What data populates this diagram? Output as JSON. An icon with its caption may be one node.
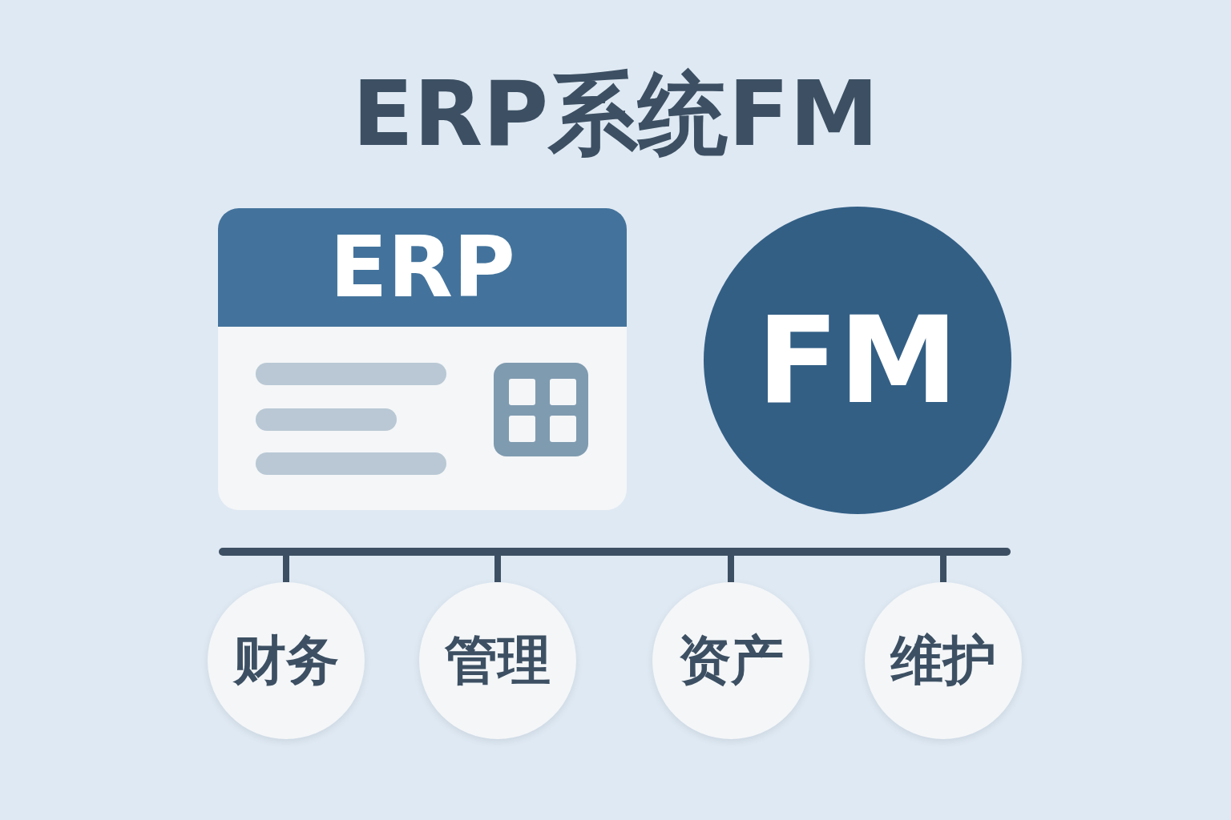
{
  "diagram": {
    "title": "ERP系统FM",
    "nodes": [
      {
        "text": [
          "ERP"
        ]
      },
      {
        "text": [
          "FM"
        ]
      },
      {
        "text": [],
        "shape": "bar"
      },
      {
        "text": [
          "财务"
        ]
      },
      {
        "text": [
          "管理"
        ]
      },
      {
        "text": [
          "资产"
        ]
      },
      {
        "text": [
          "维护"
        ]
      }
    ],
    "edges": [
      {
        "from": 2,
        "to": 3,
        "arrow": "none"
      },
      {
        "from": 2,
        "to": 4,
        "arrow": "none"
      },
      {
        "from": 2,
        "to": 5,
        "arrow": "none"
      },
      {
        "from": 2,
        "to": 6,
        "arrow": "none"
      }
    ]
  }
}
